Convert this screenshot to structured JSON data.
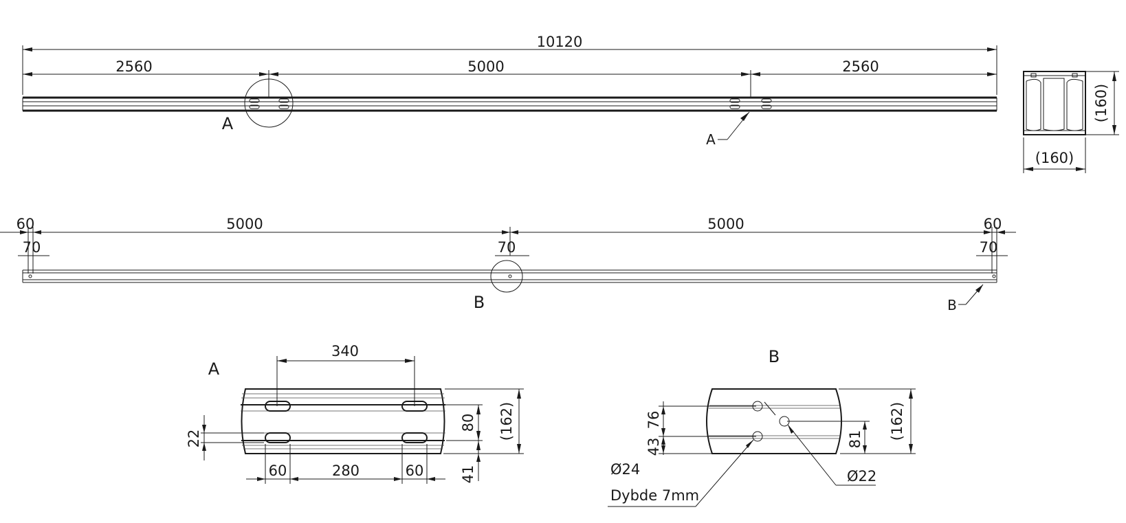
{
  "view1": {
    "overall": "10120",
    "left": "2560",
    "middle": "5000",
    "right": "2560",
    "detail_ref_circle": "A",
    "detail_ref_leader": "A"
  },
  "section": {
    "height": "(160)",
    "width": "(160)"
  },
  "view2": {
    "left_edge": "60",
    "left_span": "5000",
    "right_span": "5000",
    "right_edge": "60",
    "left_hole": "70",
    "mid_hole": "70",
    "right_hole": "70",
    "detail_ref_circle": "B",
    "detail_ref_leader": "B"
  },
  "detail_a": {
    "title": "A",
    "spacing_top": "340",
    "slot_height": "22",
    "dim_80": "80",
    "dim_41": "41",
    "height": "(162)",
    "left_edge": "60",
    "middle": "280",
    "right_edge": "60"
  },
  "detail_b": {
    "title": "B",
    "dim_76": "76",
    "dim_43": "43",
    "dim_81": "81",
    "height": "(162)",
    "hole_24": "Ø24",
    "depth_note": "Dybde 7mm",
    "hole_22": "Ø22"
  }
}
